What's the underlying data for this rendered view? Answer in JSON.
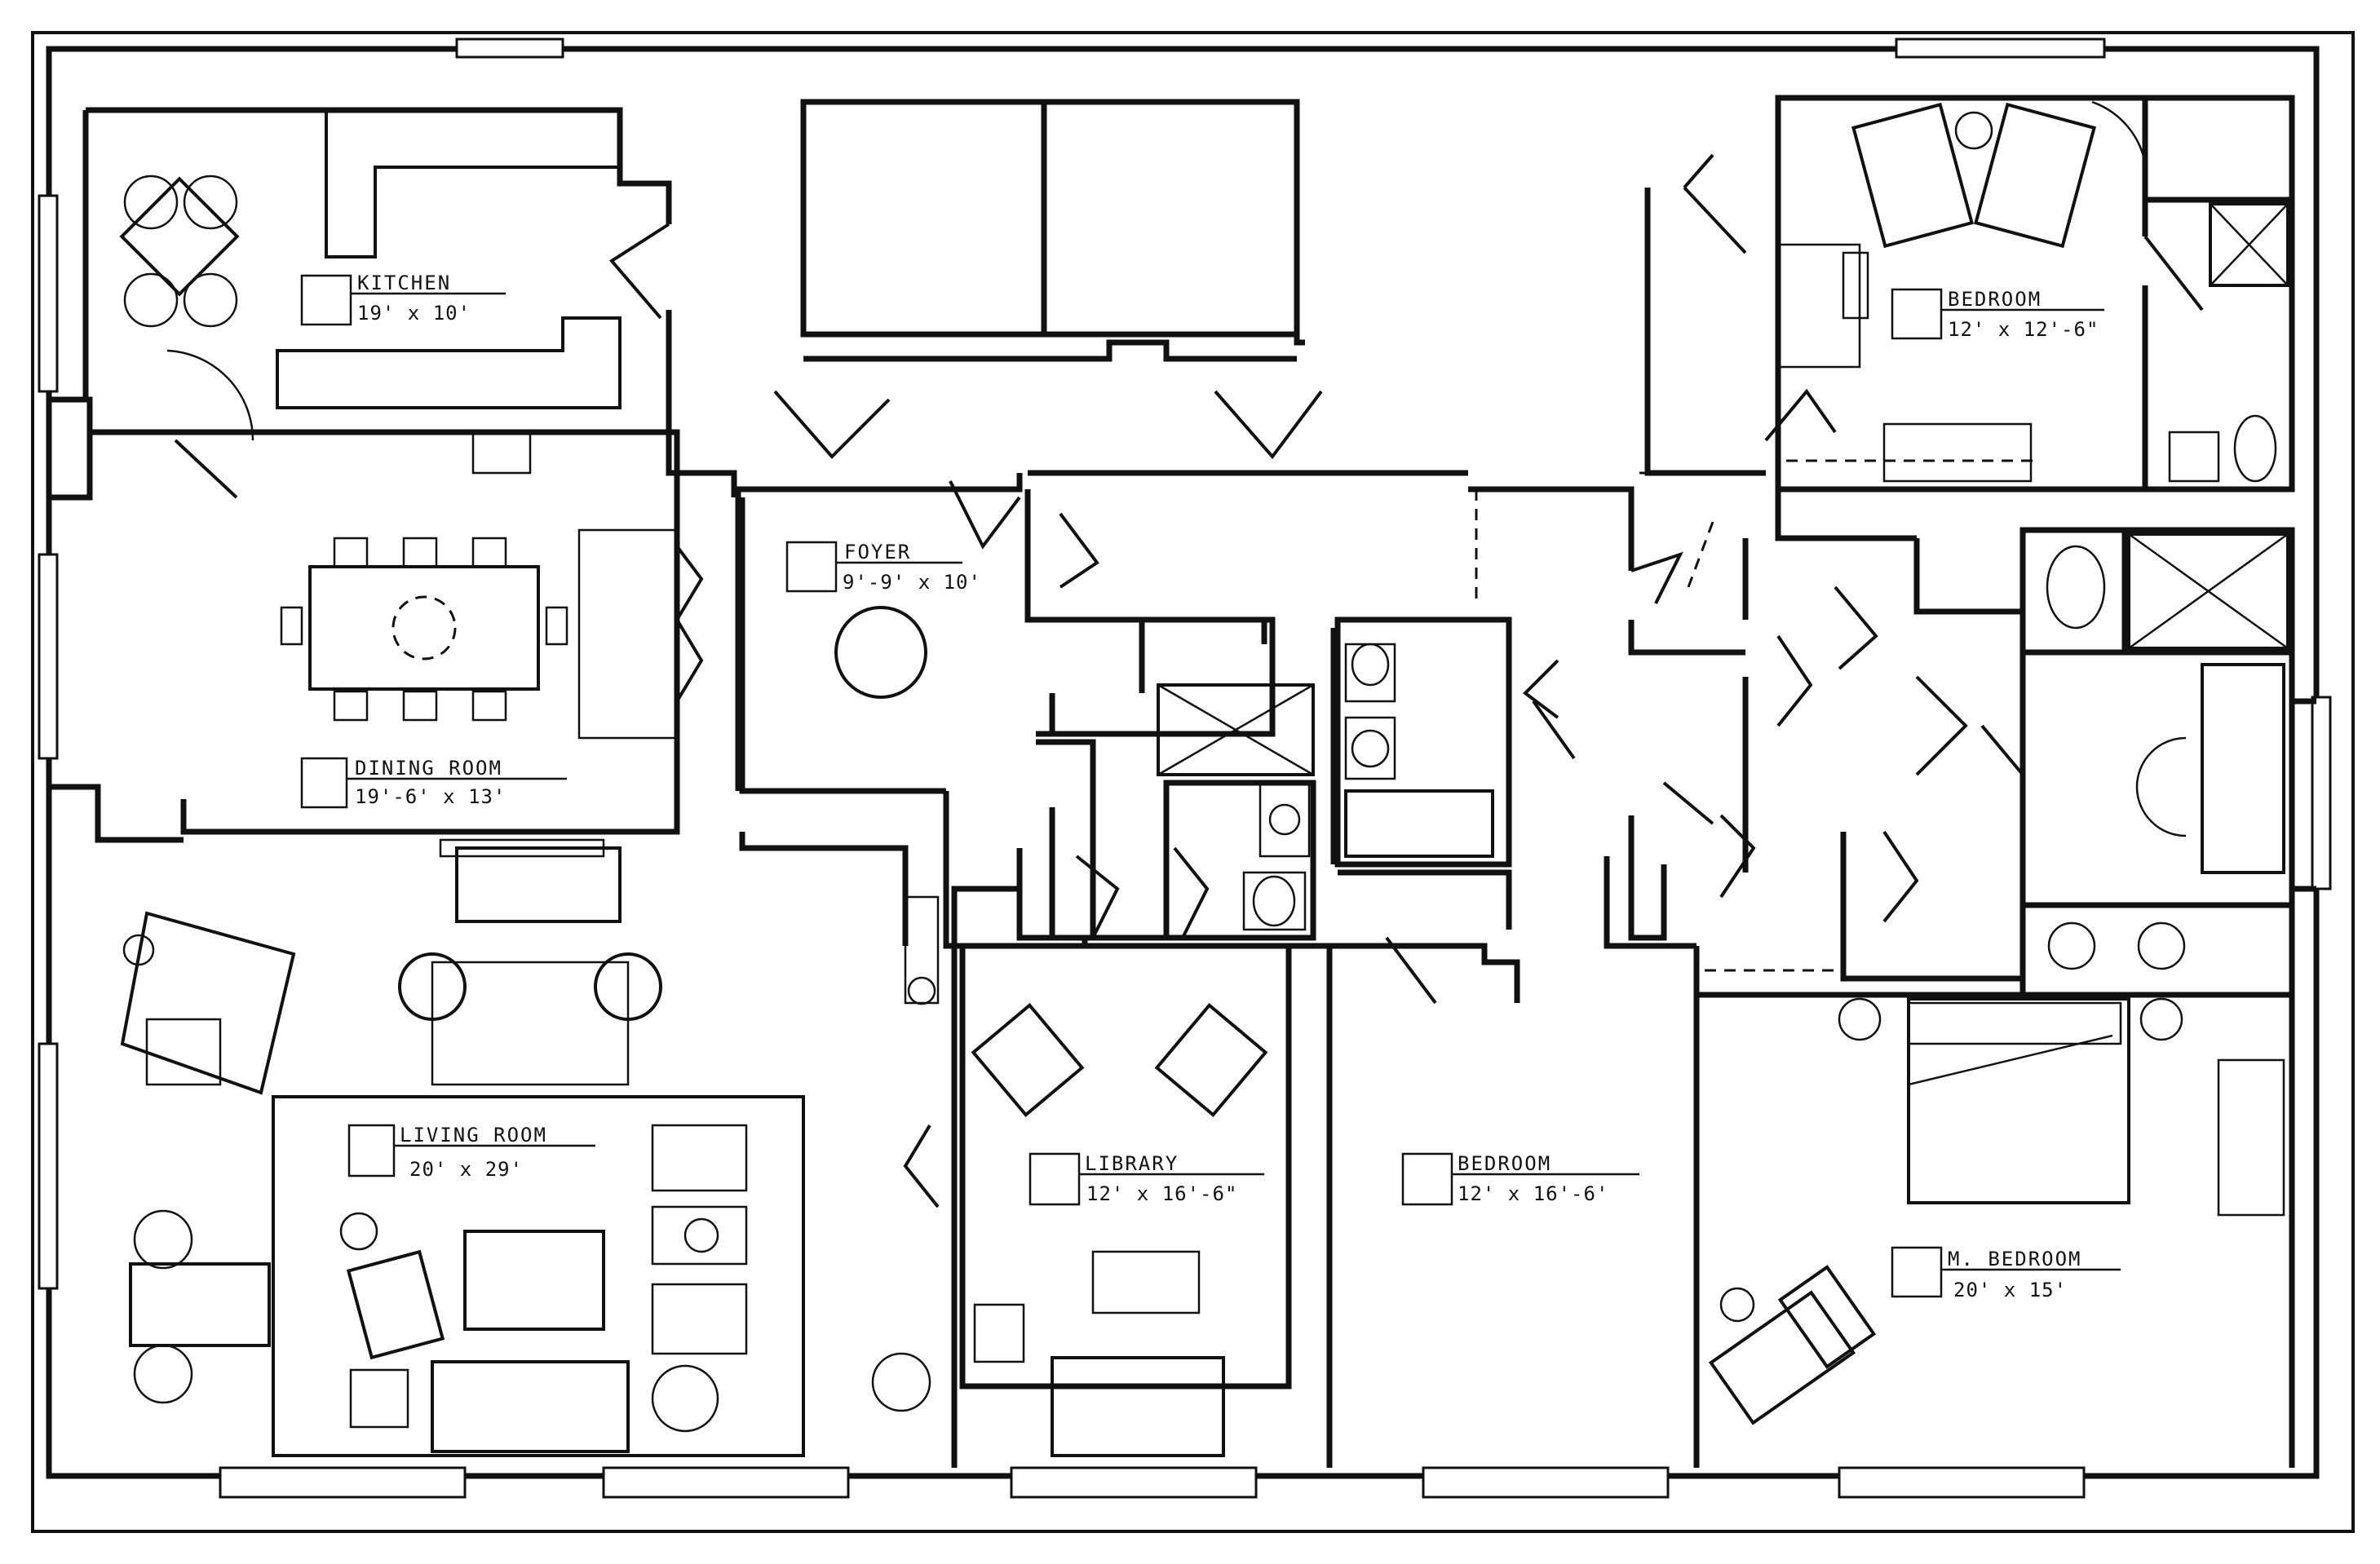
{
  "rooms": [
    {
      "id": "kitchen",
      "name": "KITCHEN",
      "dims": "19' x 10'"
    },
    {
      "id": "dining-room",
      "name": "DINING ROOM",
      "dims": "19'-6' x 13'"
    },
    {
      "id": "foyer",
      "name": "FOYER",
      "dims": "9'-9' x 10'"
    },
    {
      "id": "bedroom-1",
      "name": "BEDROOM",
      "dims": "12' x 12'-6\""
    },
    {
      "id": "living-room",
      "name": "LIVING ROOM",
      "dims": "20' x 29'"
    },
    {
      "id": "library",
      "name": "LIBRARY",
      "dims": "12' x 16'-6\""
    },
    {
      "id": "bedroom-2",
      "name": "BEDROOM",
      "dims": "12' x 16'-6'"
    },
    {
      "id": "master-bedroom",
      "name": "M. BEDROOM",
      "dims": "20' x 15'"
    }
  ]
}
